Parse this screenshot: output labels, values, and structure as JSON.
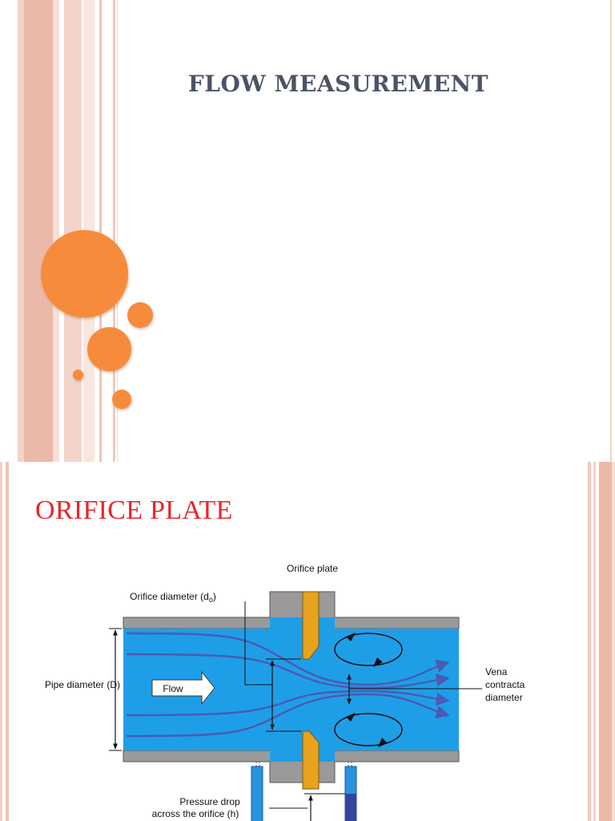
{
  "slide1": {
    "title": "FLOW MEASUREMENT",
    "accent_color": "#f68b3c",
    "stripe_colors": [
      "#e8b9ab",
      "#f4d9d0"
    ]
  },
  "slide2": {
    "title": "ORIFICE PLATE",
    "title_color": "#e8262b",
    "diagram": {
      "orifice_plate": "Orifice plate",
      "orifice_diameter": "Orifice diameter (d",
      "orifice_diameter_sub": "o",
      "orifice_diameter_close": ")",
      "pipe_diameter": "Pipe diameter (D)",
      "flow": "Flow",
      "vena_line1": "Vena",
      "vena_line2": "contracta",
      "vena_line3": "diameter",
      "pressure_line1": "Pressure drop",
      "pressure_line2": "across the orifice (h)"
    },
    "colors": {
      "pipe_wall": "#9a9a9a",
      "fluid": "#1f9ee8",
      "plate": "#e8a21c",
      "streamline": "#4a5bb0"
    }
  }
}
